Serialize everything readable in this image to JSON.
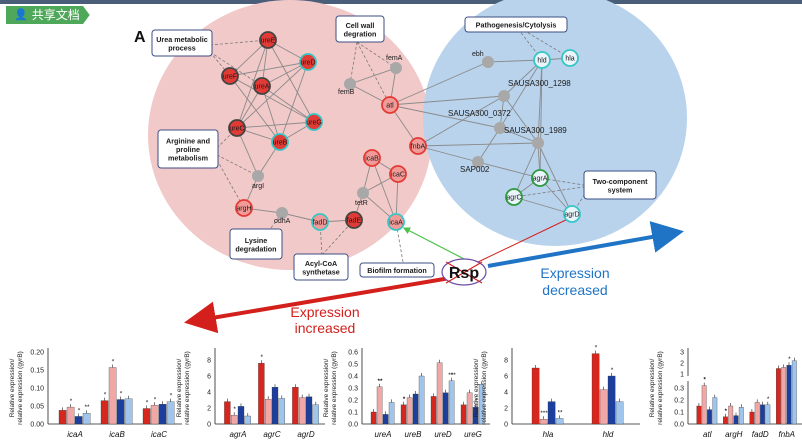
{
  "toolbar": {
    "share_label": "共享文档",
    "share_icon": "user-icon",
    "accent": "#4fa85a"
  },
  "figure": {
    "panel_letter": "A",
    "center_label": "Rsp",
    "expression_increased": [
      "Expression",
      "increased"
    ],
    "expression_decreased": [
      "Expression",
      "decreased"
    ],
    "boxes": {
      "urea": [
        "Urea metabolic",
        "process"
      ],
      "cellwall": [
        "Cell wall",
        "degration"
      ],
      "patho": [
        "Pathogenesis/Cytolysis"
      ],
      "arginine": [
        "Arginine and",
        "proline",
        "metabolism"
      ],
      "twocomp": [
        "Two-component",
        "system"
      ],
      "lysine": [
        "Lysine",
        "degradation"
      ],
      "acyl": [
        "Acyl-CoA",
        "synthetase"
      ],
      "biofilm": [
        "Biofilm formation"
      ]
    },
    "nodes": {
      "ureE": "ureE",
      "ureD": "ureD",
      "ureF": "ureF",
      "ureA": "ureA",
      "ureG": "ureG",
      "ureC": "ureC",
      "ureB": "ureB",
      "argI": "argI",
      "argH": "argH",
      "odhA": "odhA",
      "fadD": "fadD",
      "fadE": "fadE",
      "icaA": "icaA",
      "icaB": "icaB",
      "icaC": "icaC",
      "tetR": "tetR",
      "femA": "femA",
      "femB": "femB",
      "atl": "atl",
      "fnbA": "fnbA",
      "ebh": "ebh",
      "hld": "hld",
      "hla": "hla",
      "s1298": "SAUSA300_1298",
      "s0372": "SAUSA300_0372",
      "s1989": "SAUSA300_1989",
      "sap002": "SAP002",
      "agrA": "agrA",
      "agrC": "agrC",
      "agrD": "agrD"
    },
    "colors": {
      "red_bg": "#f2c9c9",
      "blue_bg": "#b9d3ec",
      "red_node": "#e23b35",
      "cyan_ring": "#36c6c6",
      "green_ring": "#2c9a3c",
      "gray_node": "#a8a8a8",
      "arrow_red": "#d4201c",
      "arrow_blue": "#1f74c6"
    }
  },
  "chart_data": [
    {
      "type": "bar",
      "ylabel": [
        "Relative expression/",
        "relative expression (gyrB)"
      ],
      "yticks": [
        "0.00",
        "0.05",
        "0.10",
        "0.15",
        "0.20"
      ],
      "ylim": [
        0,
        0.2
      ],
      "categories": [
        "icaA",
        "icaB",
        "icaC"
      ],
      "series": [
        {
          "color": "#d7261e",
          "values": [
            0.038,
            0.065,
            0.043
          ]
        },
        {
          "color": "#f0a7a6",
          "values": [
            0.047,
            0.157,
            0.052
          ]
        },
        {
          "color": "#1c3f9e",
          "values": [
            0.021,
            0.068,
            0.055
          ]
        },
        {
          "color": "#9fc5ec",
          "values": [
            0.03,
            0.07,
            0.062
          ]
        }
      ],
      "annotations": [
        "*",
        "*",
        "*",
        "*",
        "*",
        "*",
        "**",
        "*",
        "*"
      ]
    },
    {
      "type": "bar",
      "ylabel": [
        "Relative expression/",
        "relative expression (gyrB)"
      ],
      "yticks": [
        "0",
        "2",
        "4",
        "6",
        "8"
      ],
      "ylim": [
        0,
        9
      ],
      "categories": [
        "agrA",
        "agrC",
        "agrD"
      ],
      "series": [
        {
          "color": "#d7261e",
          "values": [
            2.8,
            7.6,
            4.6
          ]
        },
        {
          "color": "#f0a7a6",
          "values": [
            1.1,
            3.1,
            3.3
          ]
        },
        {
          "color": "#1c3f9e",
          "values": [
            2.2,
            4.6,
            3.4
          ]
        },
        {
          "color": "#9fc5ec",
          "values": [
            1.0,
            3.2,
            2.4
          ]
        }
      ],
      "annotations": [
        "*",
        "*"
      ]
    },
    {
      "type": "bar",
      "ylabel": [
        "Relative expression/",
        "relative expression (gyrB)"
      ],
      "yticks": [
        "0.0",
        "0.1",
        "0.2",
        "0.3",
        "0.4",
        "0.5",
        "0.6"
      ],
      "ylim": [
        0,
        0.6
      ],
      "categories": [
        "ureA",
        "ureB",
        "ureD",
        "ureG"
      ],
      "series": [
        {
          "color": "#d7261e",
          "values": [
            0.1,
            0.16,
            0.23,
            0.16
          ]
        },
        {
          "color": "#f0a7a6",
          "values": [
            0.31,
            0.22,
            0.51,
            0.26
          ]
        },
        {
          "color": "#1c3f9e",
          "values": [
            0.08,
            0.25,
            0.26,
            0.14
          ]
        },
        {
          "color": "#9fc5ec",
          "values": [
            0.18,
            0.4,
            0.36,
            0.33
          ]
        }
      ],
      "annotations": [
        "**",
        "*",
        "***",
        "*",
        "**",
        "*",
        "*"
      ]
    },
    {
      "type": "bar",
      "ylabel": [
        "Relative expression/",
        "relative expression (gyrB)"
      ],
      "yticks": [
        "0",
        "2",
        "4",
        "6",
        "8"
      ],
      "ylim": [
        0,
        9
      ],
      "categories": [
        "hla",
        "hld"
      ],
      "series": [
        {
          "color": "#d7261e",
          "values": [
            7.0,
            8.8
          ]
        },
        {
          "color": "#f0a7a6",
          "values": [
            0.6,
            4.3
          ]
        },
        {
          "color": "#1c3f9e",
          "values": [
            2.8,
            6.0
          ]
        },
        {
          "color": "#9fc5ec",
          "values": [
            0.7,
            2.8
          ]
        }
      ],
      "annotations": [
        "***",
        "*",
        "**",
        "*"
      ]
    },
    {
      "type": "bar",
      "ylabel": [
        "Relative expression/",
        "relative expression (gyrB)"
      ],
      "broken_axis": true,
      "yticks_upper": [
        "1",
        "2",
        "3"
      ],
      "yticks_lower": [
        "0.0",
        "0.1",
        "0.2",
        "0.3"
      ],
      "categories": [
        "atl",
        "argH",
        "fadD",
        "fnbA"
      ],
      "series": [
        {
          "color": "#d7261e",
          "values": [
            0.15,
            0.06,
            0.1,
            1.5
          ]
        },
        {
          "color": "#f0a7a6",
          "values": [
            0.32,
            0.15,
            0.18,
            1.6
          ]
        },
        {
          "color": "#1c3f9e",
          "values": [
            0.12,
            0.07,
            0.16,
            1.8
          ]
        },
        {
          "color": "#9fc5ec",
          "values": [
            0.22,
            0.14,
            0.16,
            2.2
          ]
        }
      ],
      "annotations": [
        "*",
        "*",
        "*",
        "*",
        "*",
        "*"
      ]
    }
  ]
}
